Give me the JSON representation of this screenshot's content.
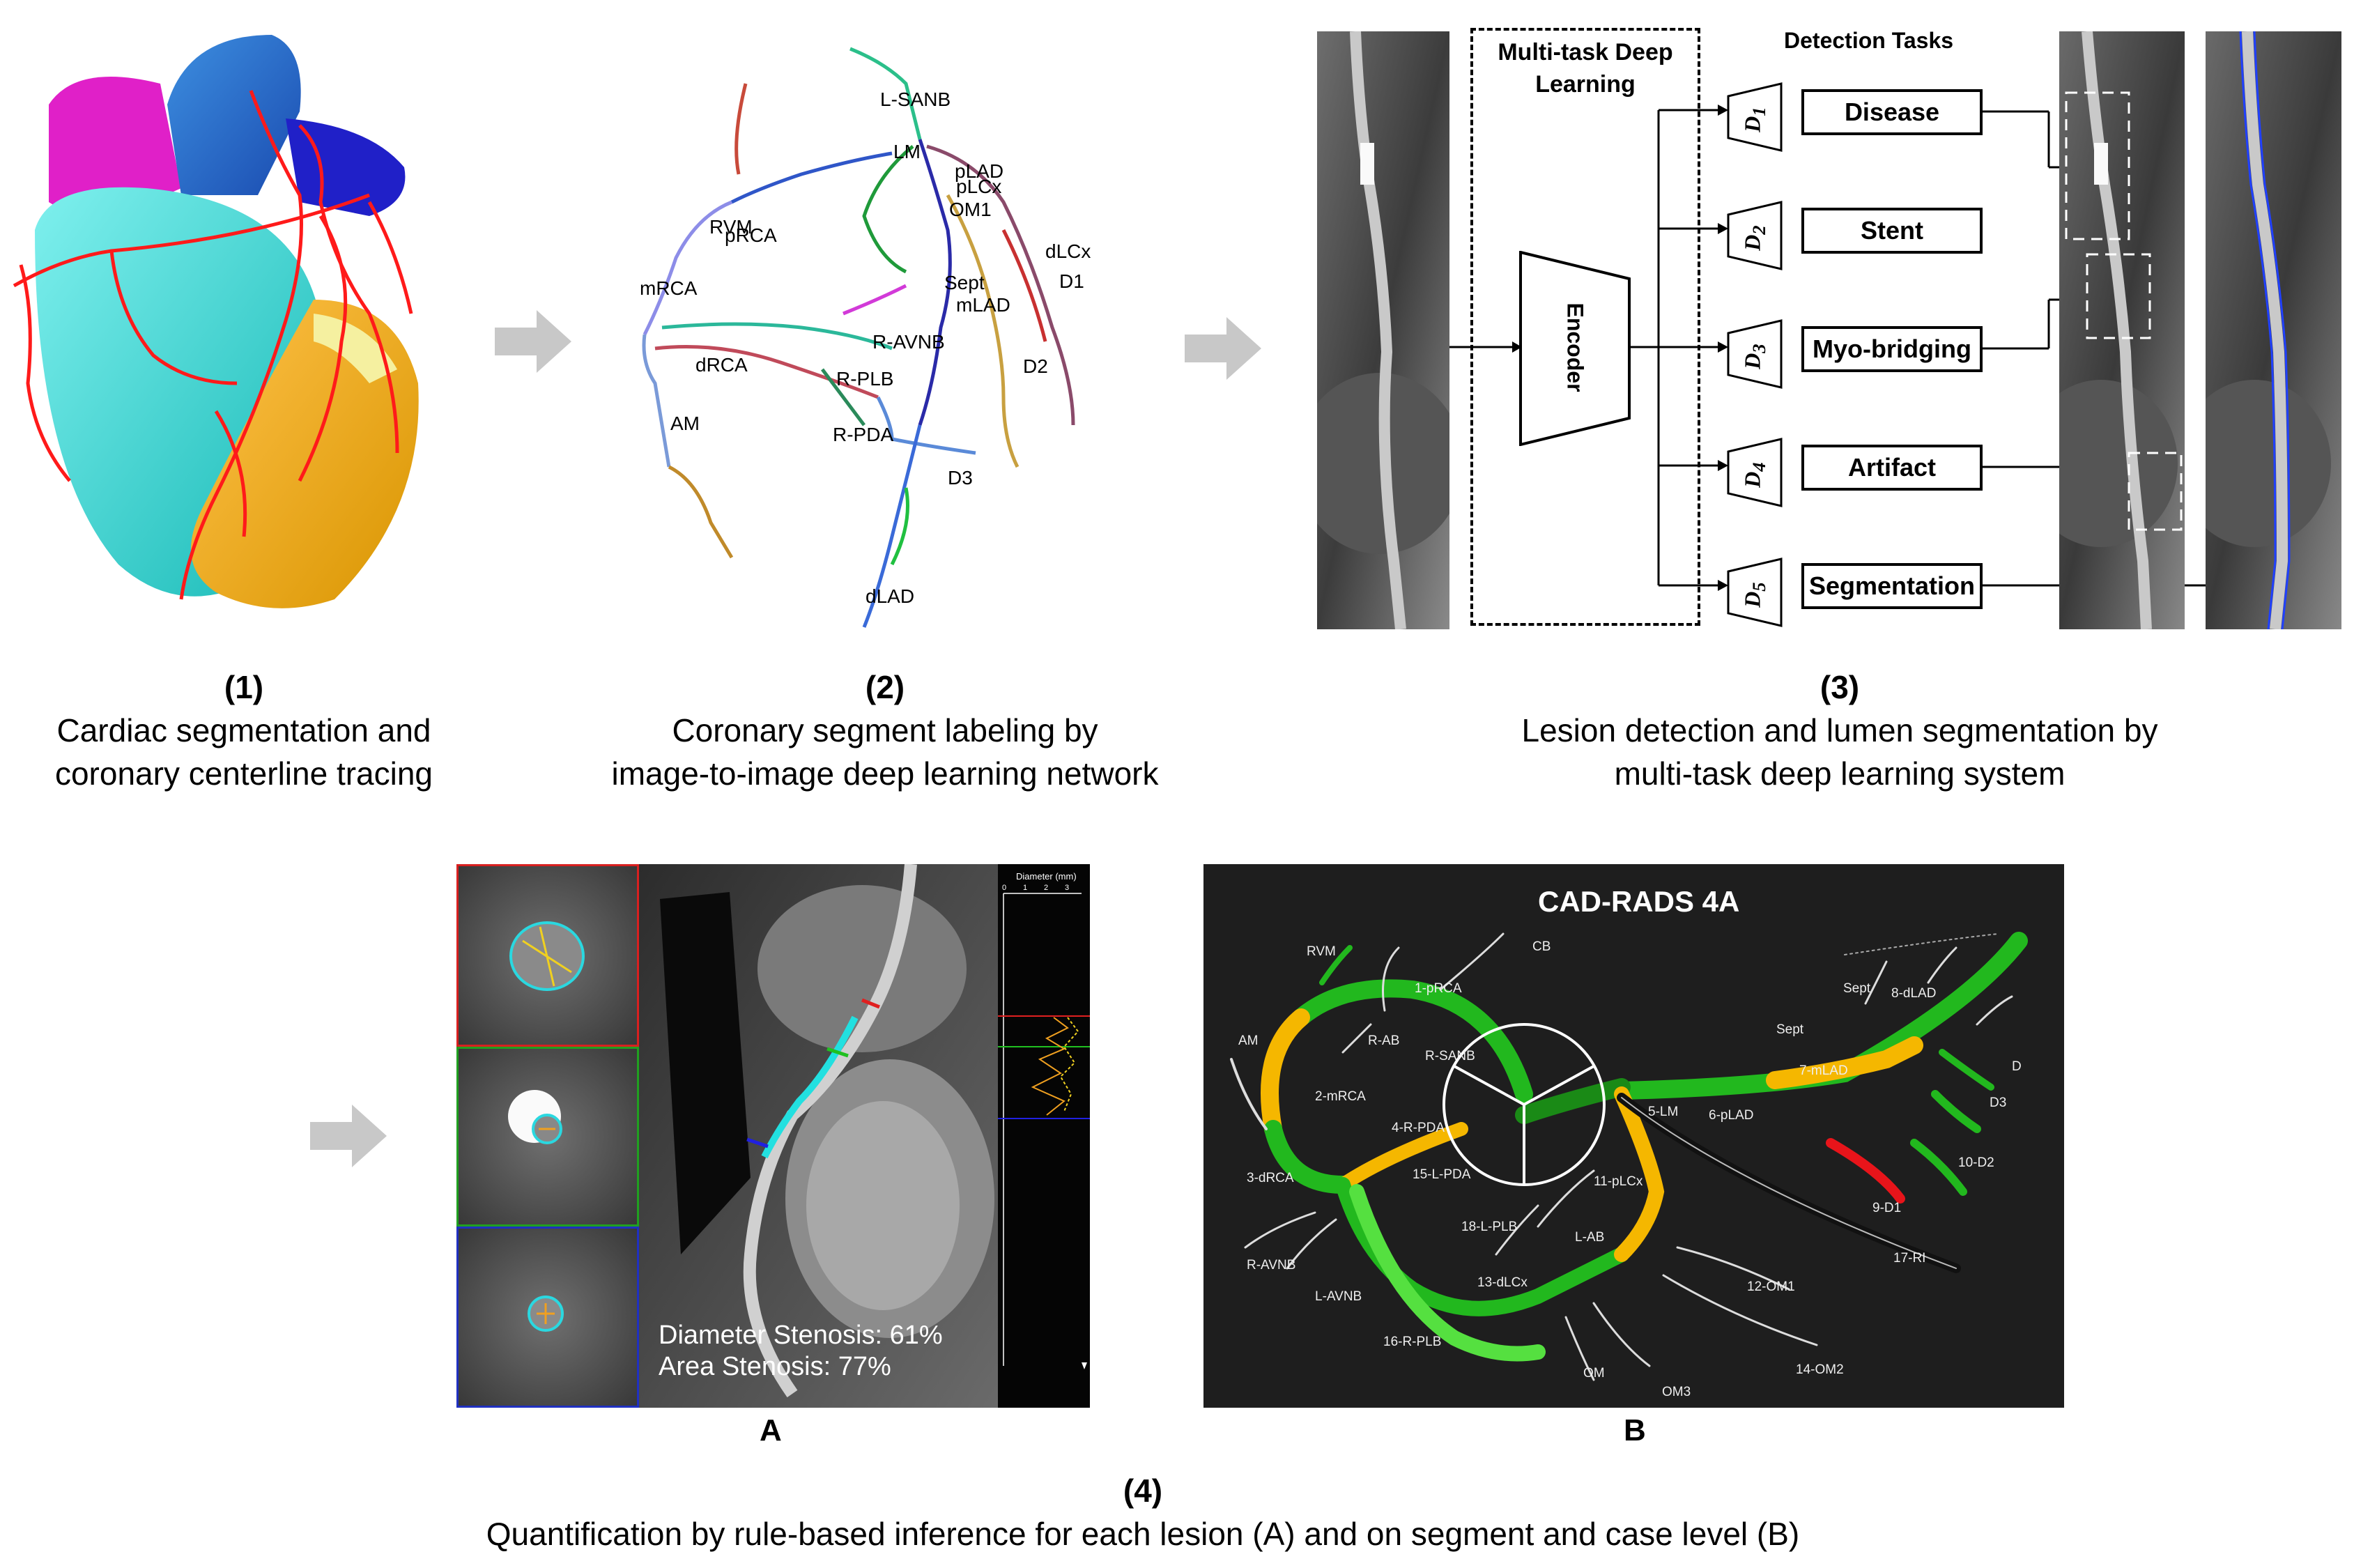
{
  "panel1": {
    "num": "(1)",
    "line1": "Cardiac segmentation and",
    "line2": "coronary centerline tracing"
  },
  "panel2": {
    "num": "(2)",
    "line1": "Coronary segment labeling by",
    "line2": "image-to-image deep learning network",
    "labels": [
      "L-SANB",
      "LM",
      "pLAD",
      "pLCx",
      "OM1",
      "RVM",
      "pRCA",
      "dLCx",
      "D1",
      "Sept",
      "mLAD",
      "mRCA",
      "R-AVNB",
      "dRCA",
      "R-PLB",
      "D2",
      "AM",
      "R-PDA",
      "D3",
      "dLAD"
    ]
  },
  "panel3": {
    "num": "(3)",
    "line1": "Lesion detection and lumen segmentation by",
    "line2": "multi-task deep learning system",
    "mtdl_title": "Multi-task Deep Learning",
    "encoder": "Encoder",
    "tasks_title": "Detection Tasks",
    "decoders": [
      "D",
      "D",
      "D",
      "D",
      "D"
    ],
    "decoder_subs": [
      "1",
      "2",
      "3",
      "4",
      "5"
    ],
    "tasks": [
      "Disease",
      "Stent",
      "Myo-bridging",
      "Artifact",
      "Segmentation"
    ]
  },
  "panel4": {
    "num": "(4)",
    "line1": "Quantification by rule-based inference for each lesion (A) and on segment and case level (B)",
    "label_a": "A",
    "label_b": "B",
    "diameter_stenosis": "Diameter Stenosis: 61%",
    "area_stenosis": "Area Stenosis: 77%",
    "diameter_axis_title": "Diameter (mm)",
    "diameter_ticks": [
      "0",
      "1",
      "2",
      "3"
    ],
    "cad_title": "CAD-RADS 4A",
    "cad_labels": [
      "RVM",
      "CB",
      "1-pRCA",
      "AM",
      "R-AB",
      "R-SANB",
      "2-mRCA",
      "4-R-PDA",
      "5-LM",
      "6-pLAD",
      "7-mLAD",
      "Sept",
      "8-dLAD",
      "Sept",
      "D",
      "D3",
      "10-D2",
      "9-D1",
      "3-dRCA",
      "15-L-PDA",
      "11-pLCx",
      "18-L-PLB",
      "L-AB",
      "17-RI",
      "R-AVNB",
      "L-AVNB",
      "13-dLCx",
      "12-OM1",
      "16-R-PLB",
      "OM",
      "OM3",
      "14-OM2"
    ]
  },
  "colors": {
    "arrow_gray": "#c8c8c8",
    "heart_red": "#ff1a1a",
    "cad_green": "#22b81e",
    "cad_orange": "#f5b700",
    "cad_red": "#e8141a"
  }
}
